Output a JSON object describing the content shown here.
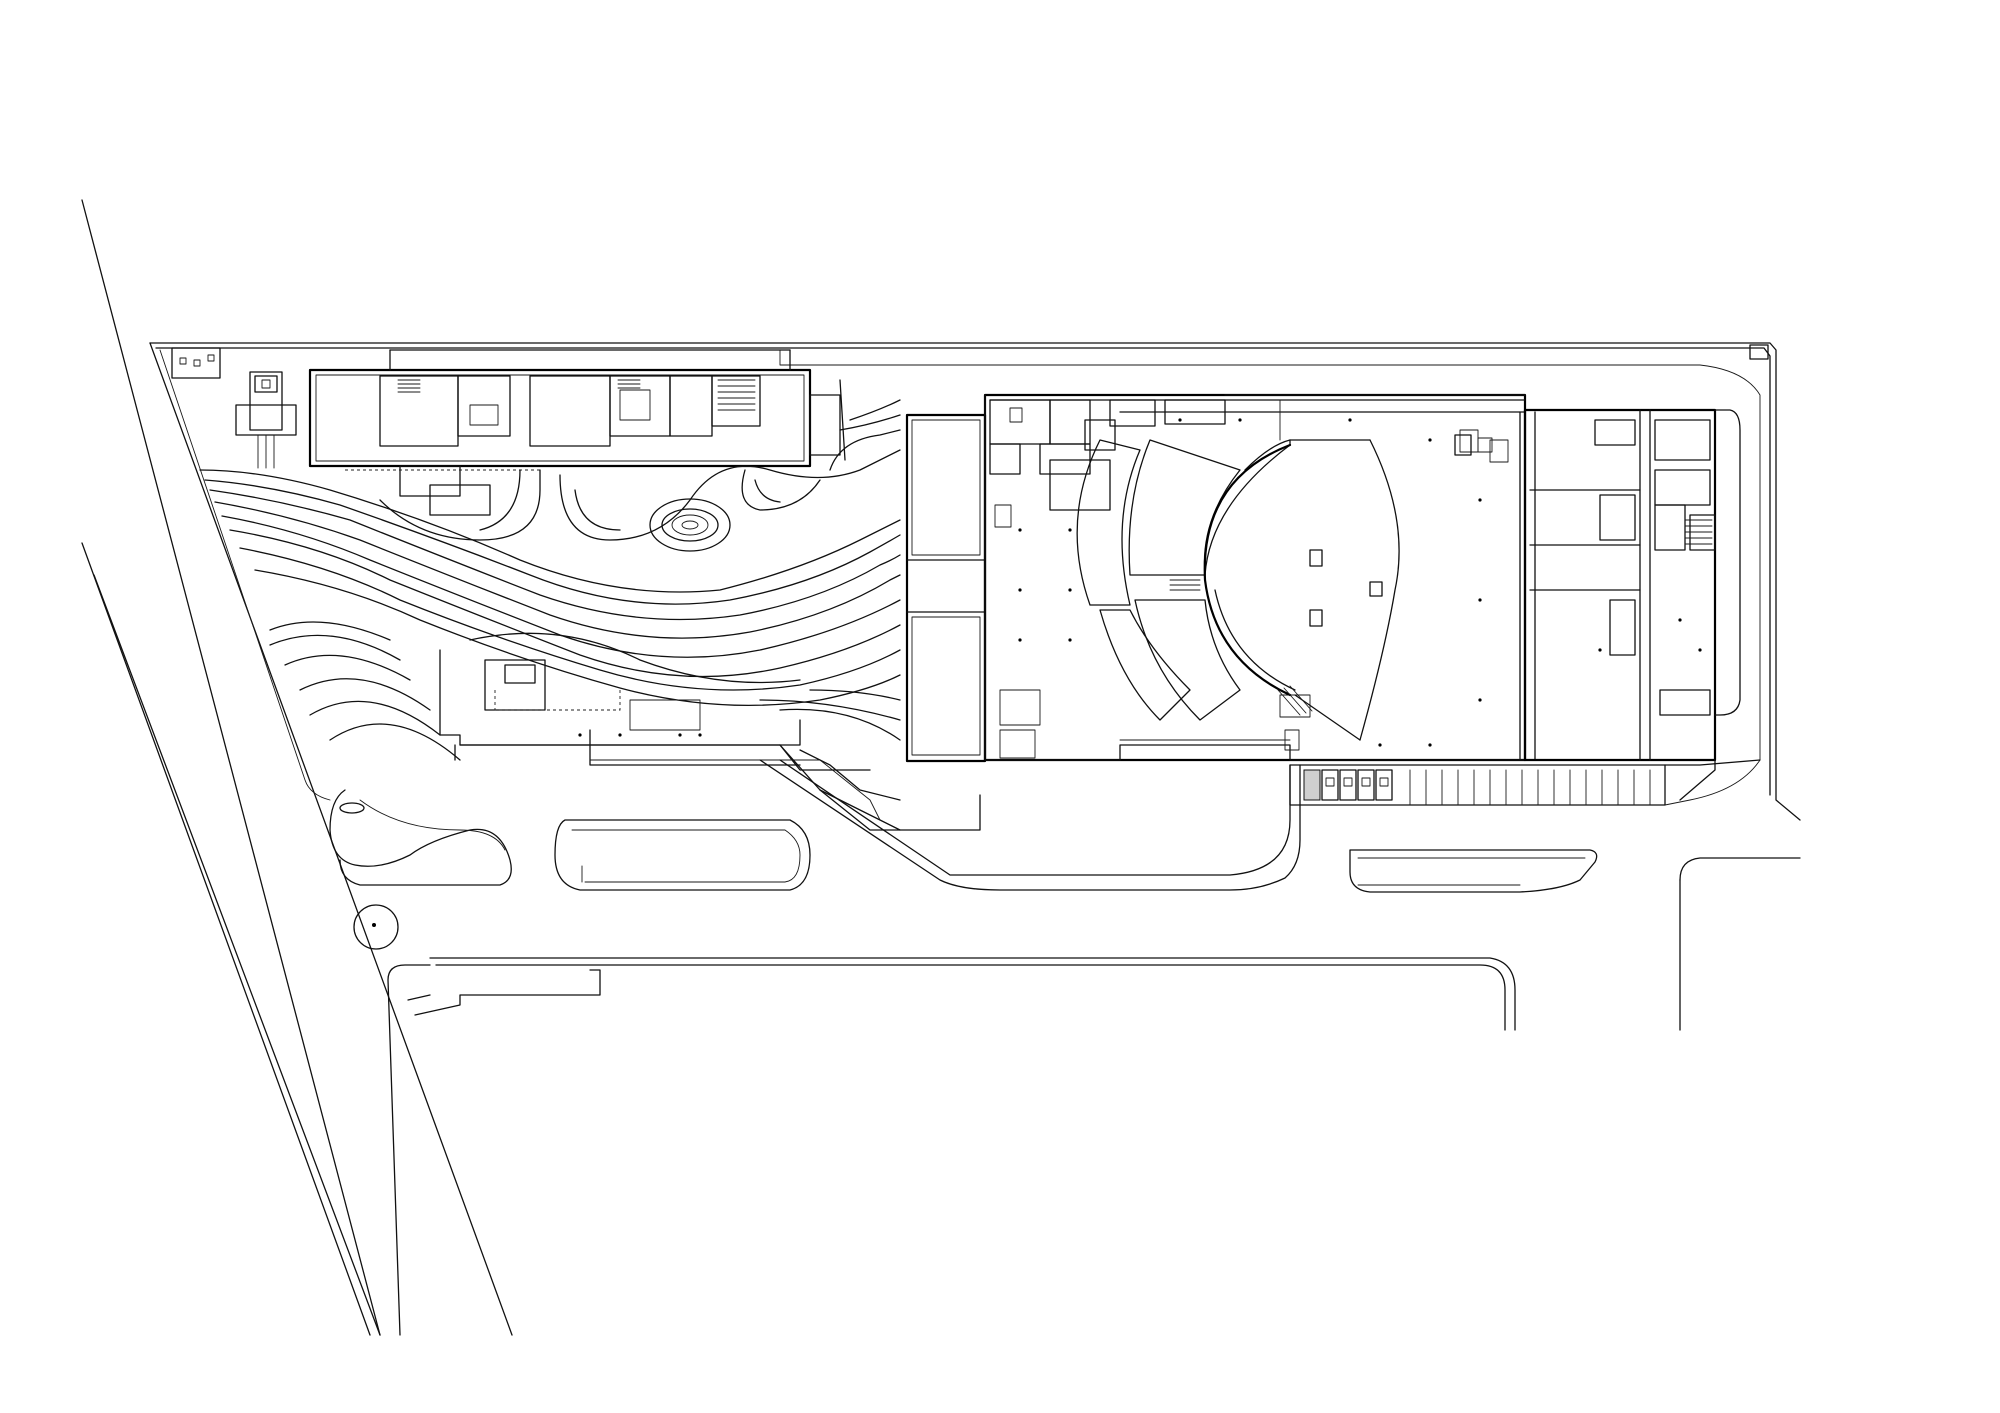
{
  "drawing": {
    "kind": "architectural site plan",
    "line_color": "#111111",
    "background_color": "#ffffff",
    "labels": []
  },
  "elements": {
    "outer_roads": "diagonal-roads",
    "site_boundary": "site-boundary",
    "north_building": "north-service-building",
    "landscape": "wave-landscape",
    "oval_fountain": "oval-pool",
    "core_block": "central-core-block",
    "theatre": "main-theatre-hall",
    "stage": "auditorium-fan",
    "east_wing": "east-service-wing",
    "parking": "parking-stalls",
    "islands": "traffic-islands",
    "lower_road": "lower-access-road"
  }
}
